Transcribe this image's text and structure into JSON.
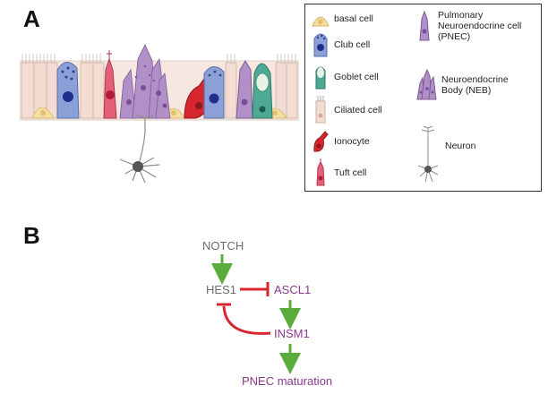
{
  "panels": {
    "a_label": "A",
    "b_label": "B"
  },
  "legend": {
    "items": [
      {
        "key": "basal",
        "label": "basal cell",
        "icon": "basal-cell-icon"
      },
      {
        "key": "club",
        "label": "Club cell",
        "icon": "club-cell-icon"
      },
      {
        "key": "goblet",
        "label": "Goblet cell",
        "icon": "goblet-cell-icon"
      },
      {
        "key": "ciliated",
        "label": "Ciliated cell",
        "icon": "ciliated-cell-icon"
      },
      {
        "key": "ionocyte",
        "label": "Ionocyte",
        "icon": "ionocyte-icon"
      },
      {
        "key": "tuft",
        "label": "Tuft cell",
        "icon": "tuft-cell-icon"
      },
      {
        "key": "pnec",
        "label_lines": [
          "Pulmonary",
          "Neuroendocrine cell",
          "(PNEC)"
        ],
        "icon": "pnec-icon"
      },
      {
        "key": "neb",
        "label_lines": [
          "Neuroendocrine",
          "Body (NEB)"
        ],
        "icon": "neb-icon"
      },
      {
        "key": "neuron",
        "label": "Neuron",
        "icon": "neuron-icon"
      }
    ]
  },
  "pathway": {
    "notch": "NOTCH",
    "hes1": "HES1",
    "ascl1": "ASCL1",
    "insm1": "INSM1",
    "pnec_maturation": "PNEC maturation",
    "colors": {
      "activation_arrow": "#5aac3c",
      "inhibition": "#d8262e",
      "pnec_text": "#8a3a8e",
      "gray_text": "#6b6b6b"
    }
  },
  "colors": {
    "basal": "#f6dfa0",
    "club": "#8aa0d6",
    "goblet": "#4da993",
    "ciliated": "#f3ddd2",
    "ionocyte": "#d7262d",
    "tuft": "#e46079",
    "pnec": "#b190c8",
    "neuron": "#8c8c8c"
  }
}
